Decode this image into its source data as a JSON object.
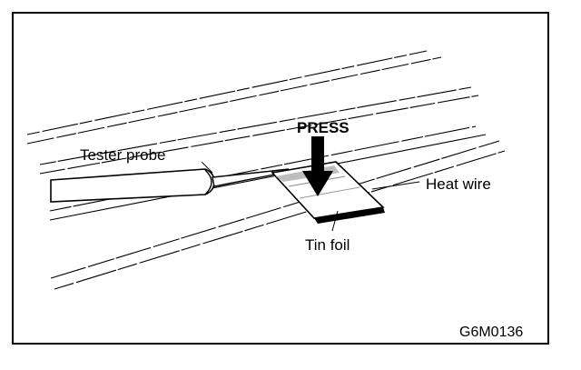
{
  "diagram": {
    "labels": {
      "press": "PRESS",
      "tester_probe": "Tester probe",
      "heat_wire": "Heat wire",
      "tin_foil": "Tin foil"
    },
    "figure_code": "G6M0136"
  }
}
